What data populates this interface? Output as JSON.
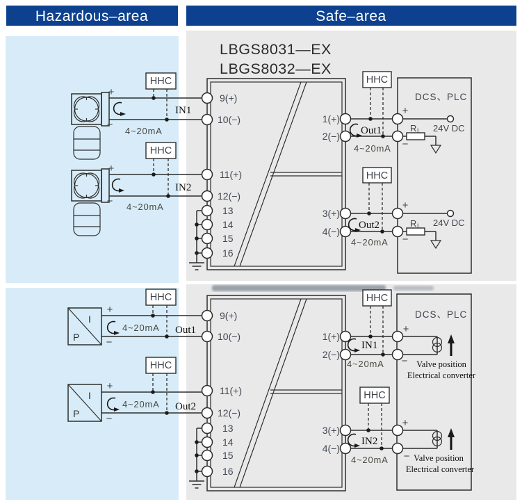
{
  "colors": {
    "header_bg": "#0d418f",
    "hazardous_bg": "#d7ecf8",
    "safe_bg": "#e9e9e9",
    "line": "#2e2e2e"
  },
  "header": {
    "hazardous_label": "Hazardous–area",
    "safe_label": "Safe–area"
  },
  "shared": {
    "hhc": "HHC",
    "plus": "+",
    "minus": "−",
    "signal_range": "4~20mA",
    "dcs_plc": "DCS、PLC",
    "supply": "24V DC",
    "load_r": "R",
    "load_sub": "L"
  },
  "top_diagram": {
    "title_line1": "LBGS8031—EX",
    "title_line2": "LBGS8032—EX",
    "input_labels": [
      "IN1",
      "IN2"
    ],
    "output_labels": [
      "Out1",
      "Out2"
    ],
    "terminals_left": [
      "9(+)",
      "10(−)",
      "11(+)",
      "12(−)",
      "13",
      "14",
      "15",
      "16"
    ],
    "terminals_right": [
      "1(+)",
      "2(−)",
      "3(+)",
      "4(−)"
    ]
  },
  "bottom_diagram": {
    "ip_label_top": "I",
    "ip_label_bottom": "P",
    "output_labels": [
      "Out1",
      "Out2"
    ],
    "input_labels": [
      "IN1",
      "IN2"
    ],
    "terminals_left": [
      "9(+)",
      "10(−)",
      "11(+)",
      "12(−)",
      "13",
      "14",
      "15",
      "16"
    ],
    "terminals_right": [
      "1(+)",
      "2(−)",
      "3(+)",
      "4(−)"
    ],
    "valve_line1": "Valve position",
    "valve_line2": "Electrical converter"
  }
}
